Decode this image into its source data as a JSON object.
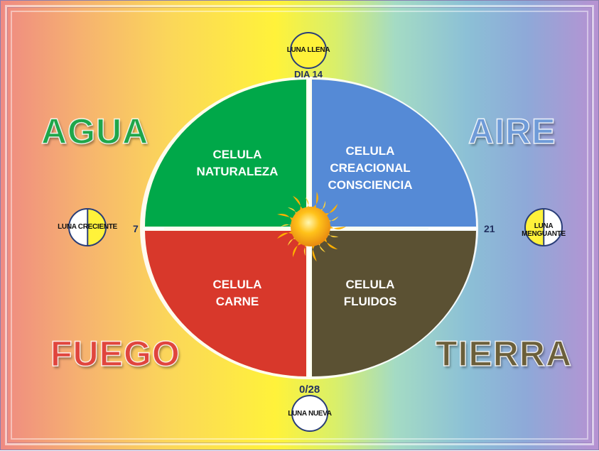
{
  "elements": {
    "agua": "AGUA",
    "aire": "AIRE",
    "fuego": "FUEGO",
    "tierra": "TIERRA"
  },
  "cells": {
    "naturaleza": [
      "CELULA",
      "NATURALEZA"
    ],
    "creacional": [
      "CELULA",
      "CREACIONAL",
      "CONSCIENCIA"
    ],
    "carne": [
      "CELULA",
      "CARNE"
    ],
    "fluidos": [
      "CELULA",
      "FLUIDOS"
    ]
  },
  "moons": {
    "full": "LUNA LLENA",
    "new": "LUNA NUEVA",
    "waxing": "LUNA CRECIENTE",
    "waning": [
      "LUNA",
      "MENGUANTE"
    ]
  },
  "days": {
    "full": "DIA 14",
    "waxing": "7",
    "waning": "21",
    "new": "0/28"
  },
  "colors": {
    "naturaleza": "#00a849",
    "creacional": "#558ad6",
    "carne": "#d8382b",
    "fluidos": "#5b5133",
    "sun": "#ffc21a"
  },
  "icons": {
    "sun": "sun-icon"
  }
}
